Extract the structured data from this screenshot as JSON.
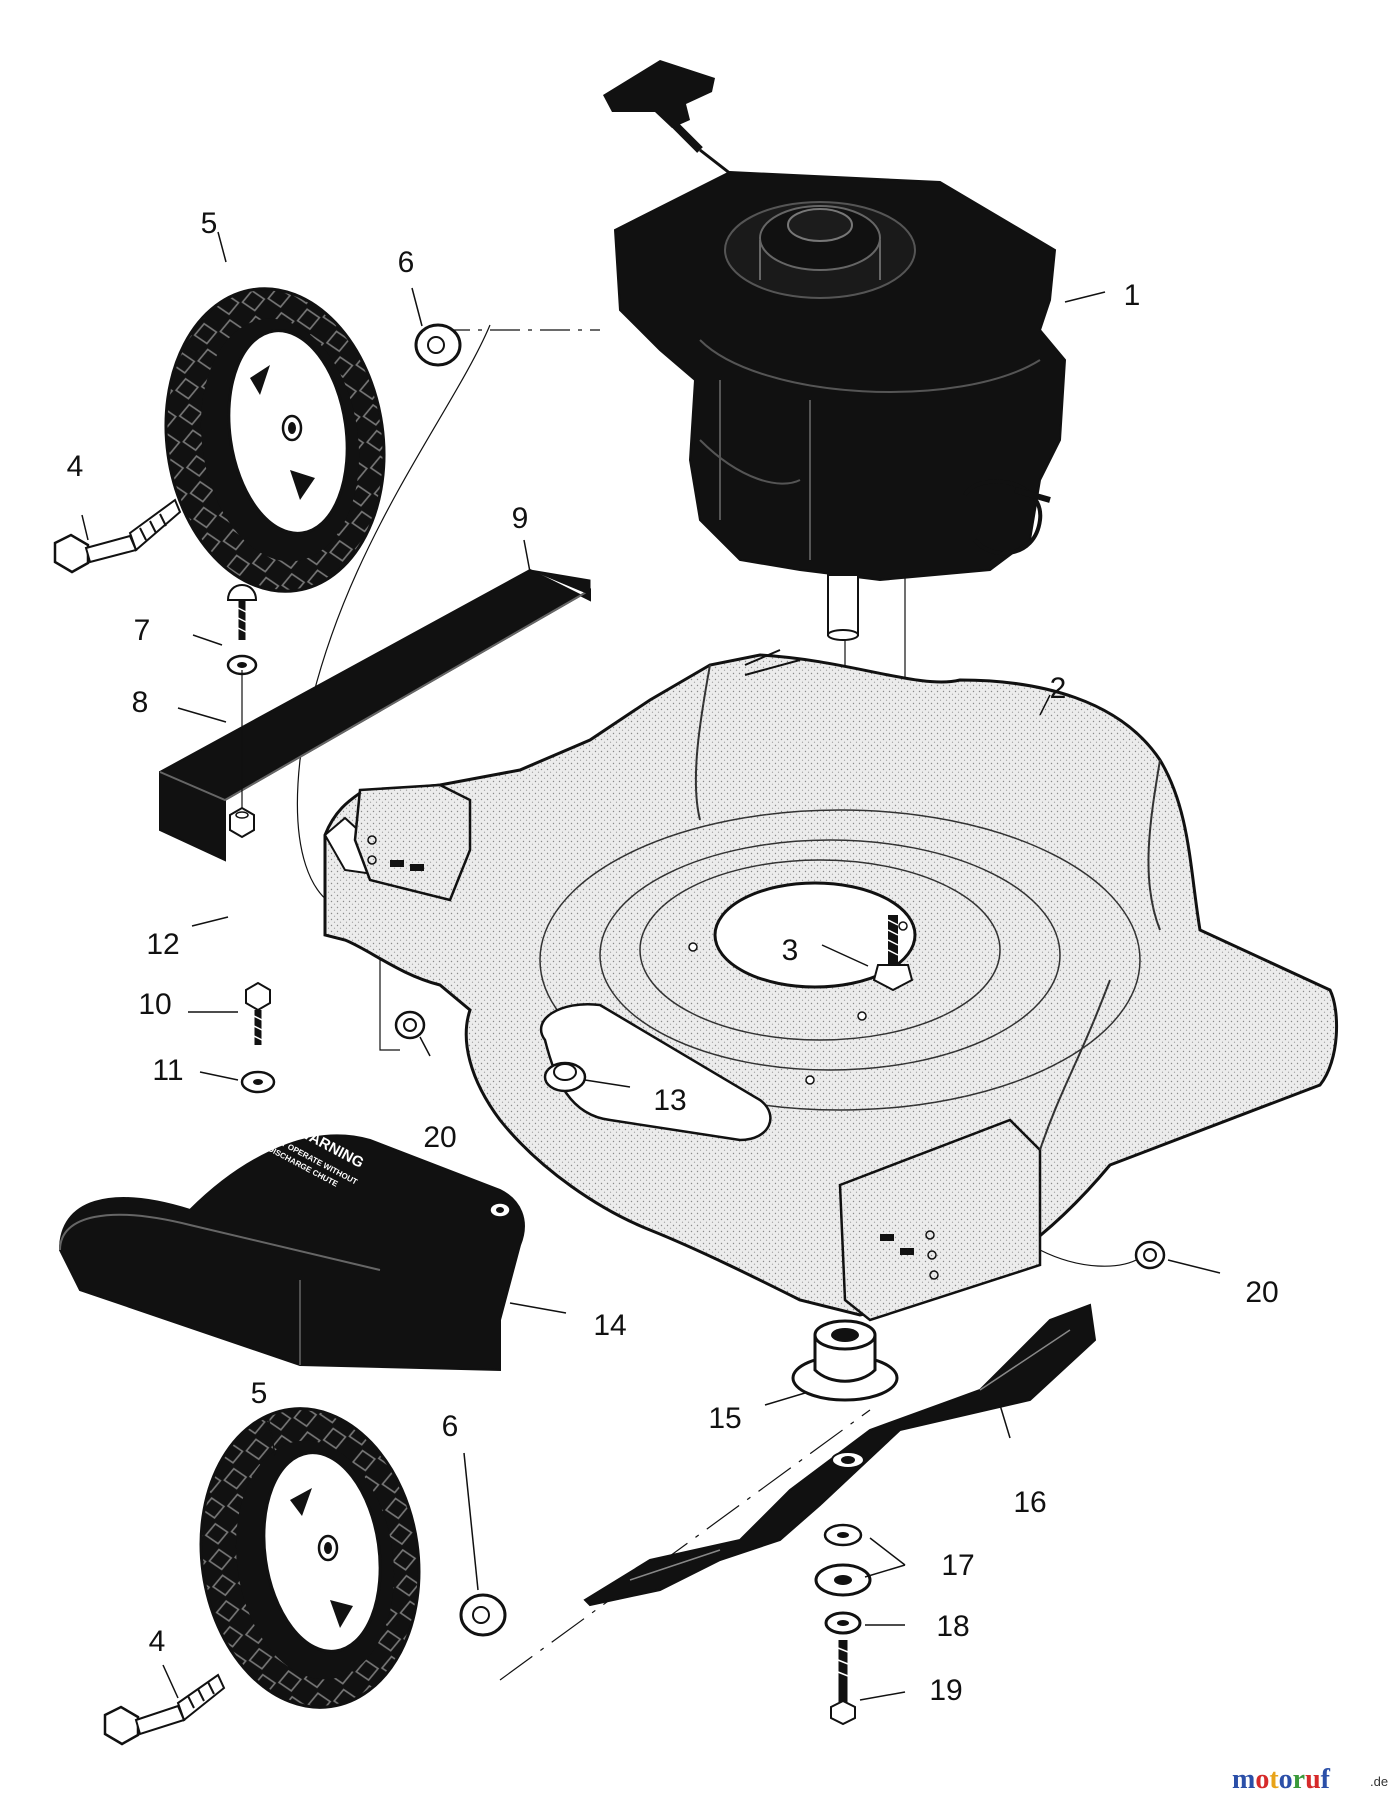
{
  "callouts": {
    "c1": "1",
    "c2": "2",
    "c3": "3",
    "c4a": "4",
    "c4b": "4",
    "c5a": "5",
    "c5b": "5",
    "c6a": "6",
    "c6b": "6",
    "c7": "7",
    "c8": "8",
    "c9": "9",
    "c10": "10",
    "c11": "11",
    "c12": "12",
    "c13": "13",
    "c14": "14",
    "c15": "15",
    "c16": "16",
    "c17": "17",
    "c18": "18",
    "c19": "19",
    "c20a": "20",
    "c20b": "20"
  },
  "decal": {
    "heading": "WARNING",
    "line1": "DO NOT OPERATE WITHOUT",
    "line2": "DISCHARGE CHUTE"
  },
  "watermark": {
    "m": "m",
    "o1": "o",
    "t": "t",
    "o2": "o",
    "r": "r",
    "u": "u",
    "f": "f",
    "suffix": ".de"
  },
  "colors": {
    "ink": "#111111",
    "deck_fill": "#e2e2e2",
    "watermark_m": "#2b4fa8",
    "watermark_o1": "#d62a2a",
    "watermark_t": "#e8a31a",
    "watermark_o2": "#2b4fa8",
    "watermark_r": "#3a9a3a",
    "watermark_u": "#d62a2a",
    "watermark_f": "#2b4fa8"
  }
}
